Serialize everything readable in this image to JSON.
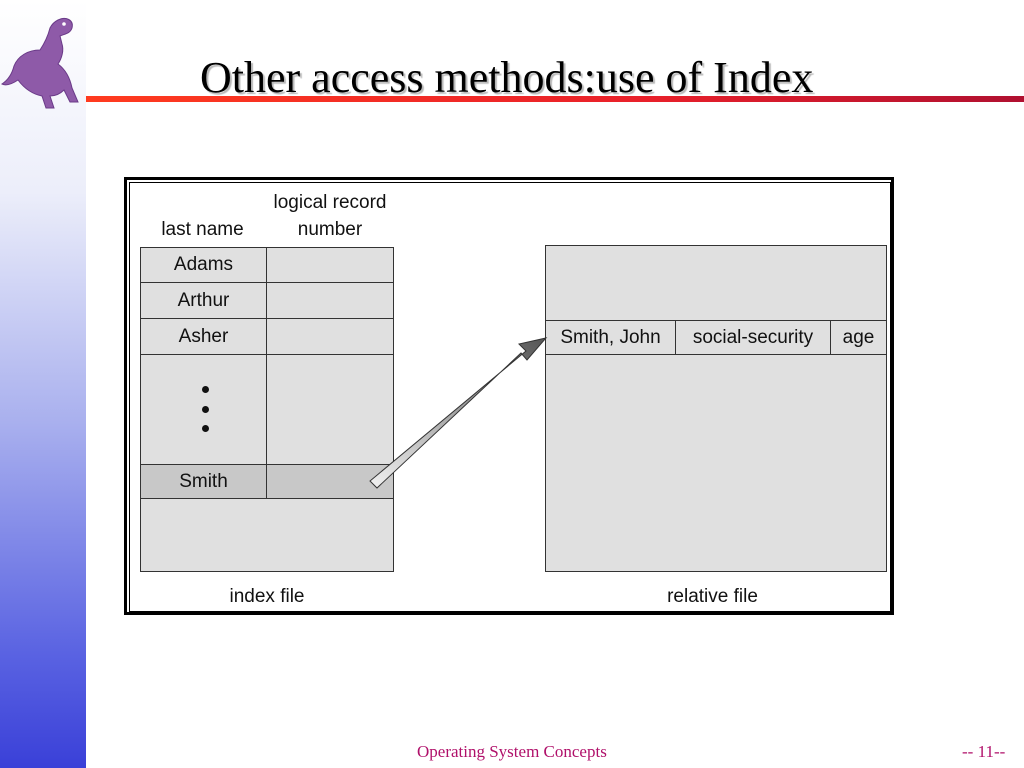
{
  "slide": {
    "title": "Other access methods:use of Index",
    "footer_center": "Operating System Concepts",
    "footer_right": "-- 11--"
  },
  "logo": {
    "icon": "dinosaur-icon",
    "color": "#8e5aa8"
  },
  "colors": {
    "accent_rule": "#e8202a",
    "footer_text": "#b0106a",
    "cell_fill": "#e0e0e0",
    "highlight_fill": "#c8c8c8"
  },
  "diagram": {
    "index_file": {
      "col_header_name": "last name",
      "col_header_record_1": "logical record",
      "col_header_record_2": "number",
      "rows": [
        "Adams",
        "Arthur",
        "Asher",
        "Smith"
      ],
      "caption": "index file"
    },
    "relative_file": {
      "record_fields": [
        "Smith, John",
        "social-security",
        "age"
      ],
      "caption": "relative file"
    }
  }
}
